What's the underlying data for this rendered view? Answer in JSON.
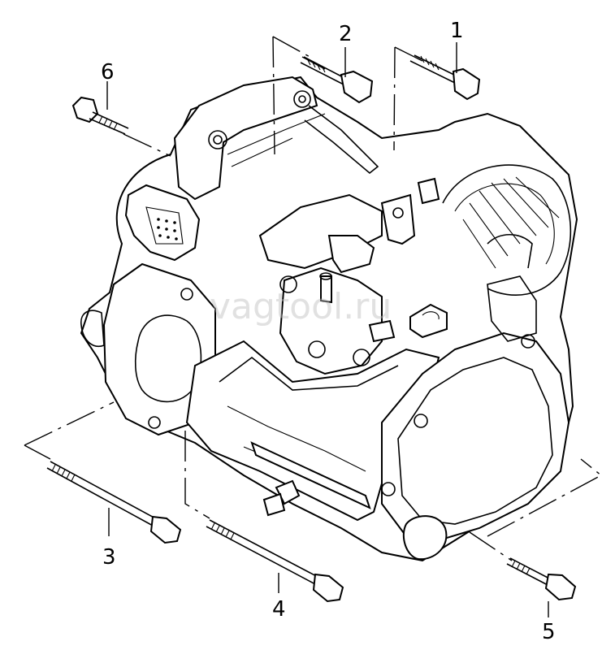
{
  "watermark": "vagtool.ru",
  "callouts": [
    {
      "number": "1"
    },
    {
      "number": "2"
    },
    {
      "number": "3"
    },
    {
      "number": "4"
    },
    {
      "number": "5"
    },
    {
      "number": "6"
    }
  ]
}
